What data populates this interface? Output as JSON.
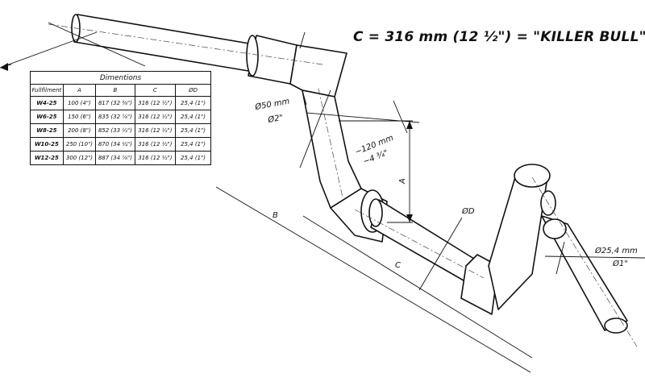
{
  "headline": "C = 316 mm (12 ½\") = \"KILLER BULL\"",
  "table": {
    "caption": "Dimentions",
    "columns": [
      "Fullfilment",
      "A",
      "B",
      "C",
      "ØD"
    ],
    "rows": [
      [
        "W4-25",
        "100 (4\")",
        "817 (32 ⅜\")",
        "316 (12 ½\")",
        "25,4 (1\")"
      ],
      [
        "W6-25",
        "150 (6\")",
        "835 (32 ⅞\")",
        "316 (12 ½\")",
        "25,4 (1\")"
      ],
      [
        "W8-25",
        "200 (8\")",
        "852 (33 ½\")",
        "316 (12 ½\")",
        "25,4 (1\")"
      ],
      [
        "W10-25",
        "250 (10\")",
        "870 (34 ¼\")",
        "316 (12 ½\")",
        "25,4 (1\")"
      ],
      [
        "W12-25",
        "300 (12\")",
        "887 (34 ⅞\")",
        "316 (12 ½\")",
        "25,4 (1\")"
      ]
    ]
  },
  "labels": {
    "d50_mm": "Ø50 mm",
    "d50_in": "Ø2\"",
    "len120_mm": "~120 mm",
    "len120_in": "~4 ¾\"",
    "dim_a": "A",
    "dim_b": "B",
    "dim_c": "C",
    "dim_d": "ØD",
    "d25_mm": "Ø25,4 mm",
    "d25_in": "Ø1\""
  }
}
